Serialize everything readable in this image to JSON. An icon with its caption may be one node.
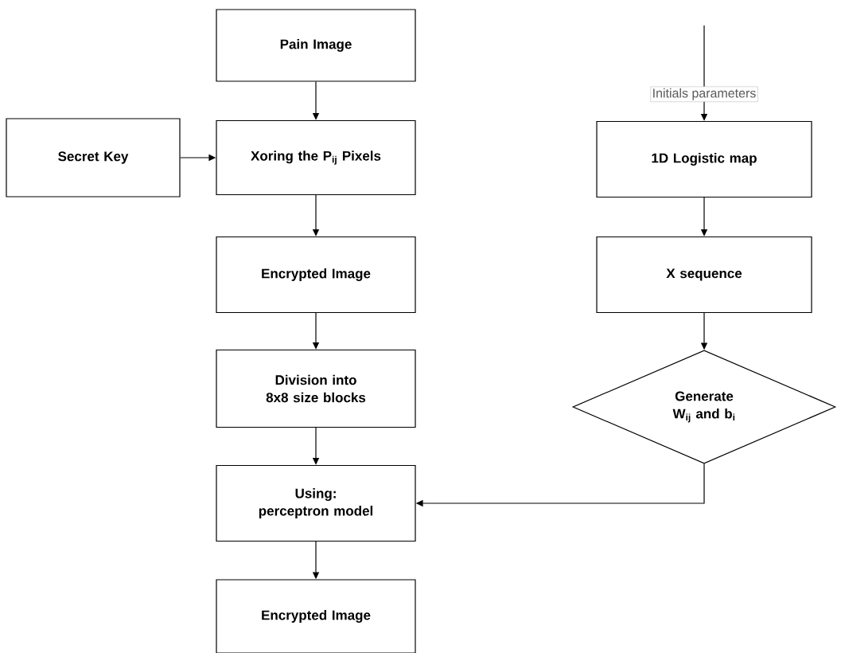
{
  "diagram": {
    "nodes": [
      {
        "text": [
          "Pain Image"
        ]
      },
      {
        "text": [
          "Secret Key"
        ]
      },
      {
        "text": [
          "Xoring the P$_{ij}$ Pixels"
        ]
      },
      {
        "text": [
          "Encrypted Image"
        ]
      },
      {
        "text": [
          "Division into 8x8 size blocks"
        ]
      },
      {
        "text": [
          "Using: perceptron model"
        ]
      },
      {
        "text": [
          "Encrypted Image"
        ]
      },
      {
        "text": [
          "1D Logistic map"
        ]
      },
      {
        "text": [
          "X sequence"
        ]
      },
      {
        "text": [
          "Generate W$_{ij}$ and b$_{i}$"
        ]
      }
    ],
    "edges": [
      {
        "from": 0,
        "to": 2,
        "arrow": "to"
      },
      {
        "from": 1,
        "to": 2,
        "arrow": "to"
      },
      {
        "from": 2,
        "to": 3,
        "arrow": "to"
      },
      {
        "from": 3,
        "to": 4,
        "arrow": "to"
      },
      {
        "from": 4,
        "to": 5,
        "arrow": "to"
      },
      {
        "from": 5,
        "to": 6,
        "arrow": "to"
      },
      {
        "from": null,
        "to": 7,
        "arrow": "to",
        "label": "Initials parameters"
      },
      {
        "from": 7,
        "to": 8,
        "arrow": "to"
      },
      {
        "from": 8,
        "to": 9,
        "arrow": "to"
      },
      {
        "from": 9,
        "to": 5,
        "arrow": "to"
      }
    ]
  }
}
